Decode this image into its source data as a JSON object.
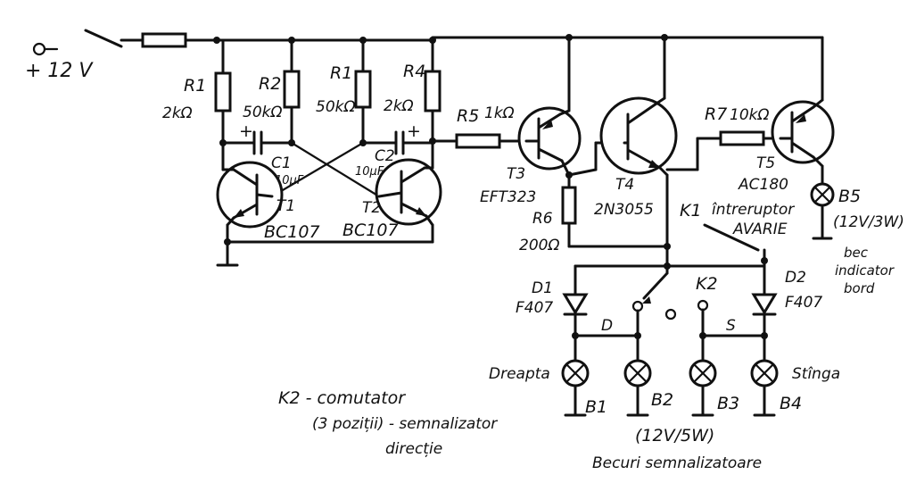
{
  "supply": {
    "label": "+ 12 V"
  },
  "r1": {
    "name": "R1",
    "value": "2kΩ"
  },
  "r2": {
    "name": "R2",
    "value": "50kΩ"
  },
  "r3": {
    "name": "R1",
    "value": "50kΩ"
  },
  "r4": {
    "name": "R4",
    "value": "2kΩ"
  },
  "r5": {
    "name": "R5",
    "value": "1kΩ"
  },
  "r6": {
    "name": "R6",
    "value": "200Ω"
  },
  "r7": {
    "name": "R7",
    "value": "10kΩ"
  },
  "c1": {
    "name": "C1",
    "value": "10µF",
    "plus": "+"
  },
  "c2": {
    "name": "C2",
    "value": "10µF",
    "plus": "+"
  },
  "t1": {
    "name": "T1",
    "type": "BC107"
  },
  "t2": {
    "name": "T2",
    "type": "BC107"
  },
  "t3": {
    "name": "T3",
    "type": "EFT323"
  },
  "t4": {
    "name": "T4",
    "type": "2N3055"
  },
  "t5": {
    "name": "T5",
    "type": "AC180"
  },
  "k1": {
    "name": "K1",
    "line1": "întreruptor",
    "line2": "AVARIE"
  },
  "k2": {
    "name": "K2"
  },
  "d1": {
    "name": "D1",
    "type": "F407"
  },
  "d2": {
    "name": "D2",
    "type": "F407"
  },
  "nodes": {
    "d": "D",
    "s": "S"
  },
  "lamps": {
    "b1": {
      "name": "B1",
      "label": "Dreapta"
    },
    "b2": {
      "name": "B2"
    },
    "b3": {
      "name": "B3"
    },
    "b4": {
      "name": "B4",
      "label": "Stînga"
    },
    "b5": {
      "name": "B5",
      "rating": "(12V/3W)",
      "note1": "bec",
      "note2": "indicator",
      "note3": "bord"
    }
  },
  "notes": {
    "k2_line1": "K2 - comutator",
    "k2_line2": "(3 poziții) - semnalizator",
    "k2_line3": "direcție",
    "bulbs_rating": "(12V/5W)",
    "bulbs_caption": "Becuri semnalizatoare"
  }
}
